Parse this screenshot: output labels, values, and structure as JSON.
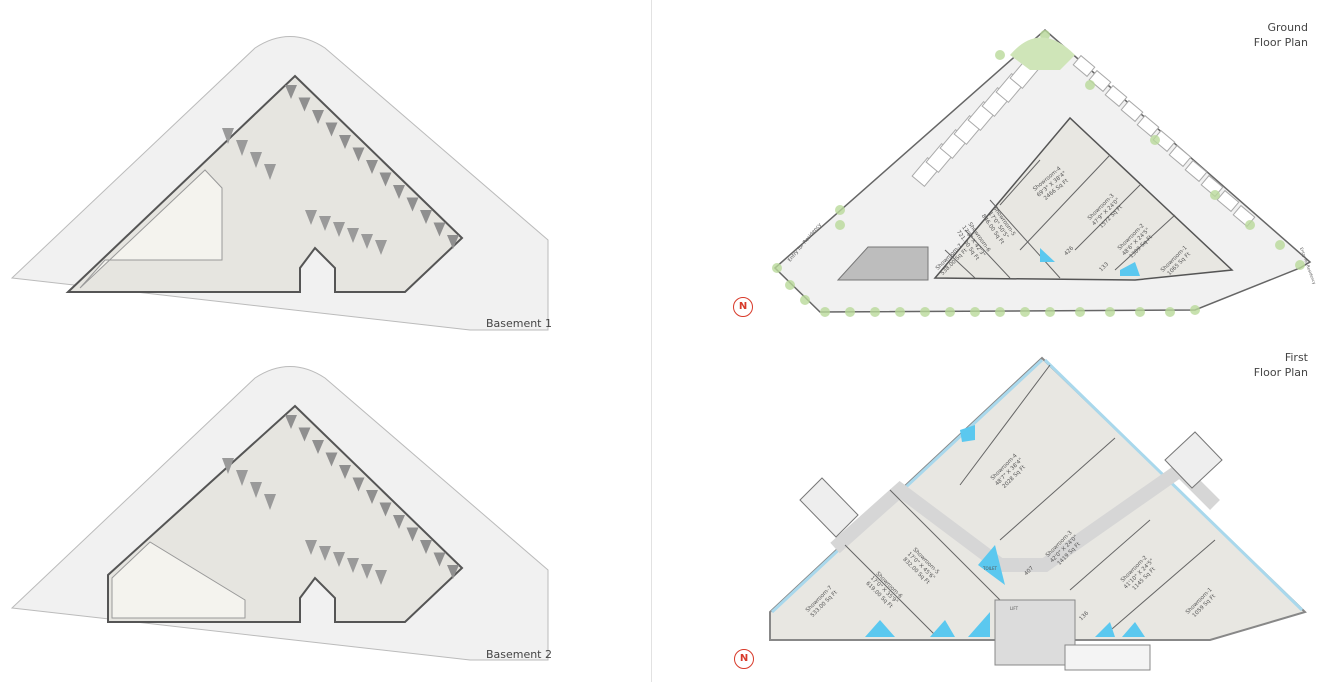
{
  "colors": {
    "site": "#f1f1f1",
    "building": "#e4e3de",
    "parking": "#8f8f8f",
    "wall": "#555555",
    "toilet": "#5bc8ef",
    "green": "#b9d99a",
    "glass": "#a9d8ec",
    "compass": "#d83a2a"
  },
  "basement1": {
    "title": "Basement 1"
  },
  "basement2": {
    "title": "Basement 2"
  },
  "ground": {
    "title_line1": "Ground",
    "title_line2": "Floor Plan",
    "compass": "N",
    "entry_left": "Entry for Residency",
    "entry_right": "Entry for Residency",
    "labels": [
      {
        "name": "Showroom-1",
        "lines": [
          "Showroom-1",
          "1065 Sq Ft"
        ]
      },
      {
        "name": "Showroom-2",
        "lines": [
          "Showroom-2",
          "48'6\" X 24'5\"",
          "1309 Sq Ft"
        ]
      },
      {
        "name": "Showroom-3",
        "lines": [
          "Showroom-3",
          "47'9\" X 24'0\"",
          "1572 Sq Ft"
        ]
      },
      {
        "name": "Showroom-4",
        "lines": [
          "Showroom-4",
          "69'3\" X 38'4\"",
          "2466 Sq Ft"
        ]
      },
      {
        "name": "Showroom-5",
        "lines": [
          "Showroom-5",
          "17'0\" 50'5\"",
          "846.00 Sq Ft"
        ]
      },
      {
        "name": "Showroom-6",
        "lines": [
          "Showroom-6",
          "17'0\" X 42'3\"",
          "721.00 Sq Ft"
        ]
      },
      {
        "name": "Showroom-7",
        "lines": [
          "Showroom-7",
          "538.00 Sq Ft"
        ]
      },
      {
        "name": "area-426",
        "lines": [
          "426"
        ]
      },
      {
        "name": "area-133",
        "lines": [
          "133"
        ]
      }
    ]
  },
  "first": {
    "title_line1": "First",
    "title_line2": "Floor Plan",
    "compass": "N",
    "labels": [
      {
        "name": "Showroom-1",
        "lines": [
          "Showroom-1",
          "1059 Sq Ft"
        ]
      },
      {
        "name": "Showroom-2",
        "lines": [
          "Showroom-2",
          "41'10\" X 24'5\"",
          "1145 Sq Ft"
        ]
      },
      {
        "name": "Showroom-3",
        "lines": [
          "Showroom-3",
          "42'0\" X 24'0\"",
          "1419 Sq Ft"
        ]
      },
      {
        "name": "Showroom-4",
        "lines": [
          "Showroom-4",
          "48'7\" X 38'4\"",
          "2028 Sq Ft"
        ]
      },
      {
        "name": "Showroom-5",
        "lines": [
          "Showroom-5",
          "17'0\" X 45'6\"",
          "832.00 Sq Ft"
        ]
      },
      {
        "name": "Showroom-6",
        "lines": [
          "Showroom-6",
          "17'0\" X 35'9\"",
          "619.00 Sq Ft"
        ]
      },
      {
        "name": "Showroom-7",
        "lines": [
          "Showroom-7",
          "533.00 Sq Ft"
        ]
      },
      {
        "name": "area-407",
        "lines": [
          "407"
        ]
      },
      {
        "name": "area-136",
        "lines": [
          "136"
        ]
      }
    ],
    "toilet": "TOILET",
    "lift": "LIFT"
  }
}
